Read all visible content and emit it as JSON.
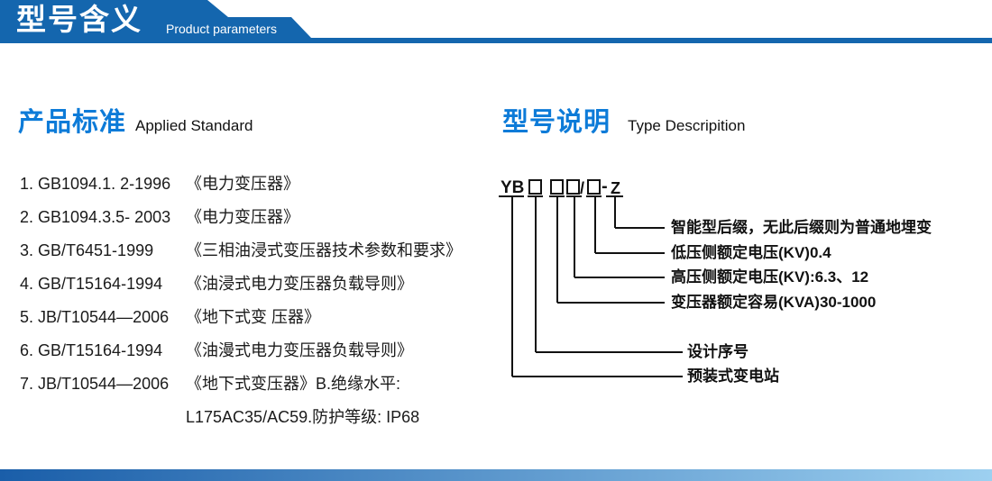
{
  "banner": {
    "title_zh": "型号含义",
    "title_en": "Product parameters"
  },
  "colors": {
    "banner_blue": "#1466ae",
    "heading_blue": "#0d7bd8",
    "text_black": "#1a1a1a",
    "bottom_bar_left": "#1a5ea9",
    "bottom_bar_right": "#9dd0f0"
  },
  "left_section": {
    "heading_zh": "产品标准",
    "heading_en": "Applied Standard",
    "items": [
      {
        "std": "1. GB1094.1. 2-1996",
        "title": "《电力变压器》"
      },
      {
        "std": "2. GB1094.3.5- 2003",
        "title": "《电力变压器》"
      },
      {
        "std": "3. GB/T6451-1999",
        "title": "《三相油浸式变压器技术参数和要求》"
      },
      {
        "std": "4. GB/T15164-1994",
        "title": "《油浸式电力变压器负载导则》"
      },
      {
        "std": "5. JB/T10544—2006",
        "title": "《地下式变 压器》"
      },
      {
        "std": "6. GB/T15164-1994",
        "title": "《油漫式电力变压器负载导则》"
      },
      {
        "std": "7. JB/T10544—2006",
        "title": "《地下式变压器》B.绝缘水平:"
      },
      {
        "std": "",
        "title": "L175AC35/AC59.防护等级: IP68"
      }
    ]
  },
  "right_section": {
    "heading_zh": "型号说明",
    "heading_en": "Type Descripition",
    "model": {
      "prefix": "YB",
      "slash": "/",
      "dash": "-",
      "suffix": "Z"
    },
    "labels": [
      "智能型后缀，无此后缀则为普通地埋变",
      "低压侧额定电压(KV)0.4",
      "高压侧额定电压(KV):6.3、12",
      "变压器额定容易(KVA)30-1000",
      "设计序号",
      "预装式变电站"
    ]
  }
}
